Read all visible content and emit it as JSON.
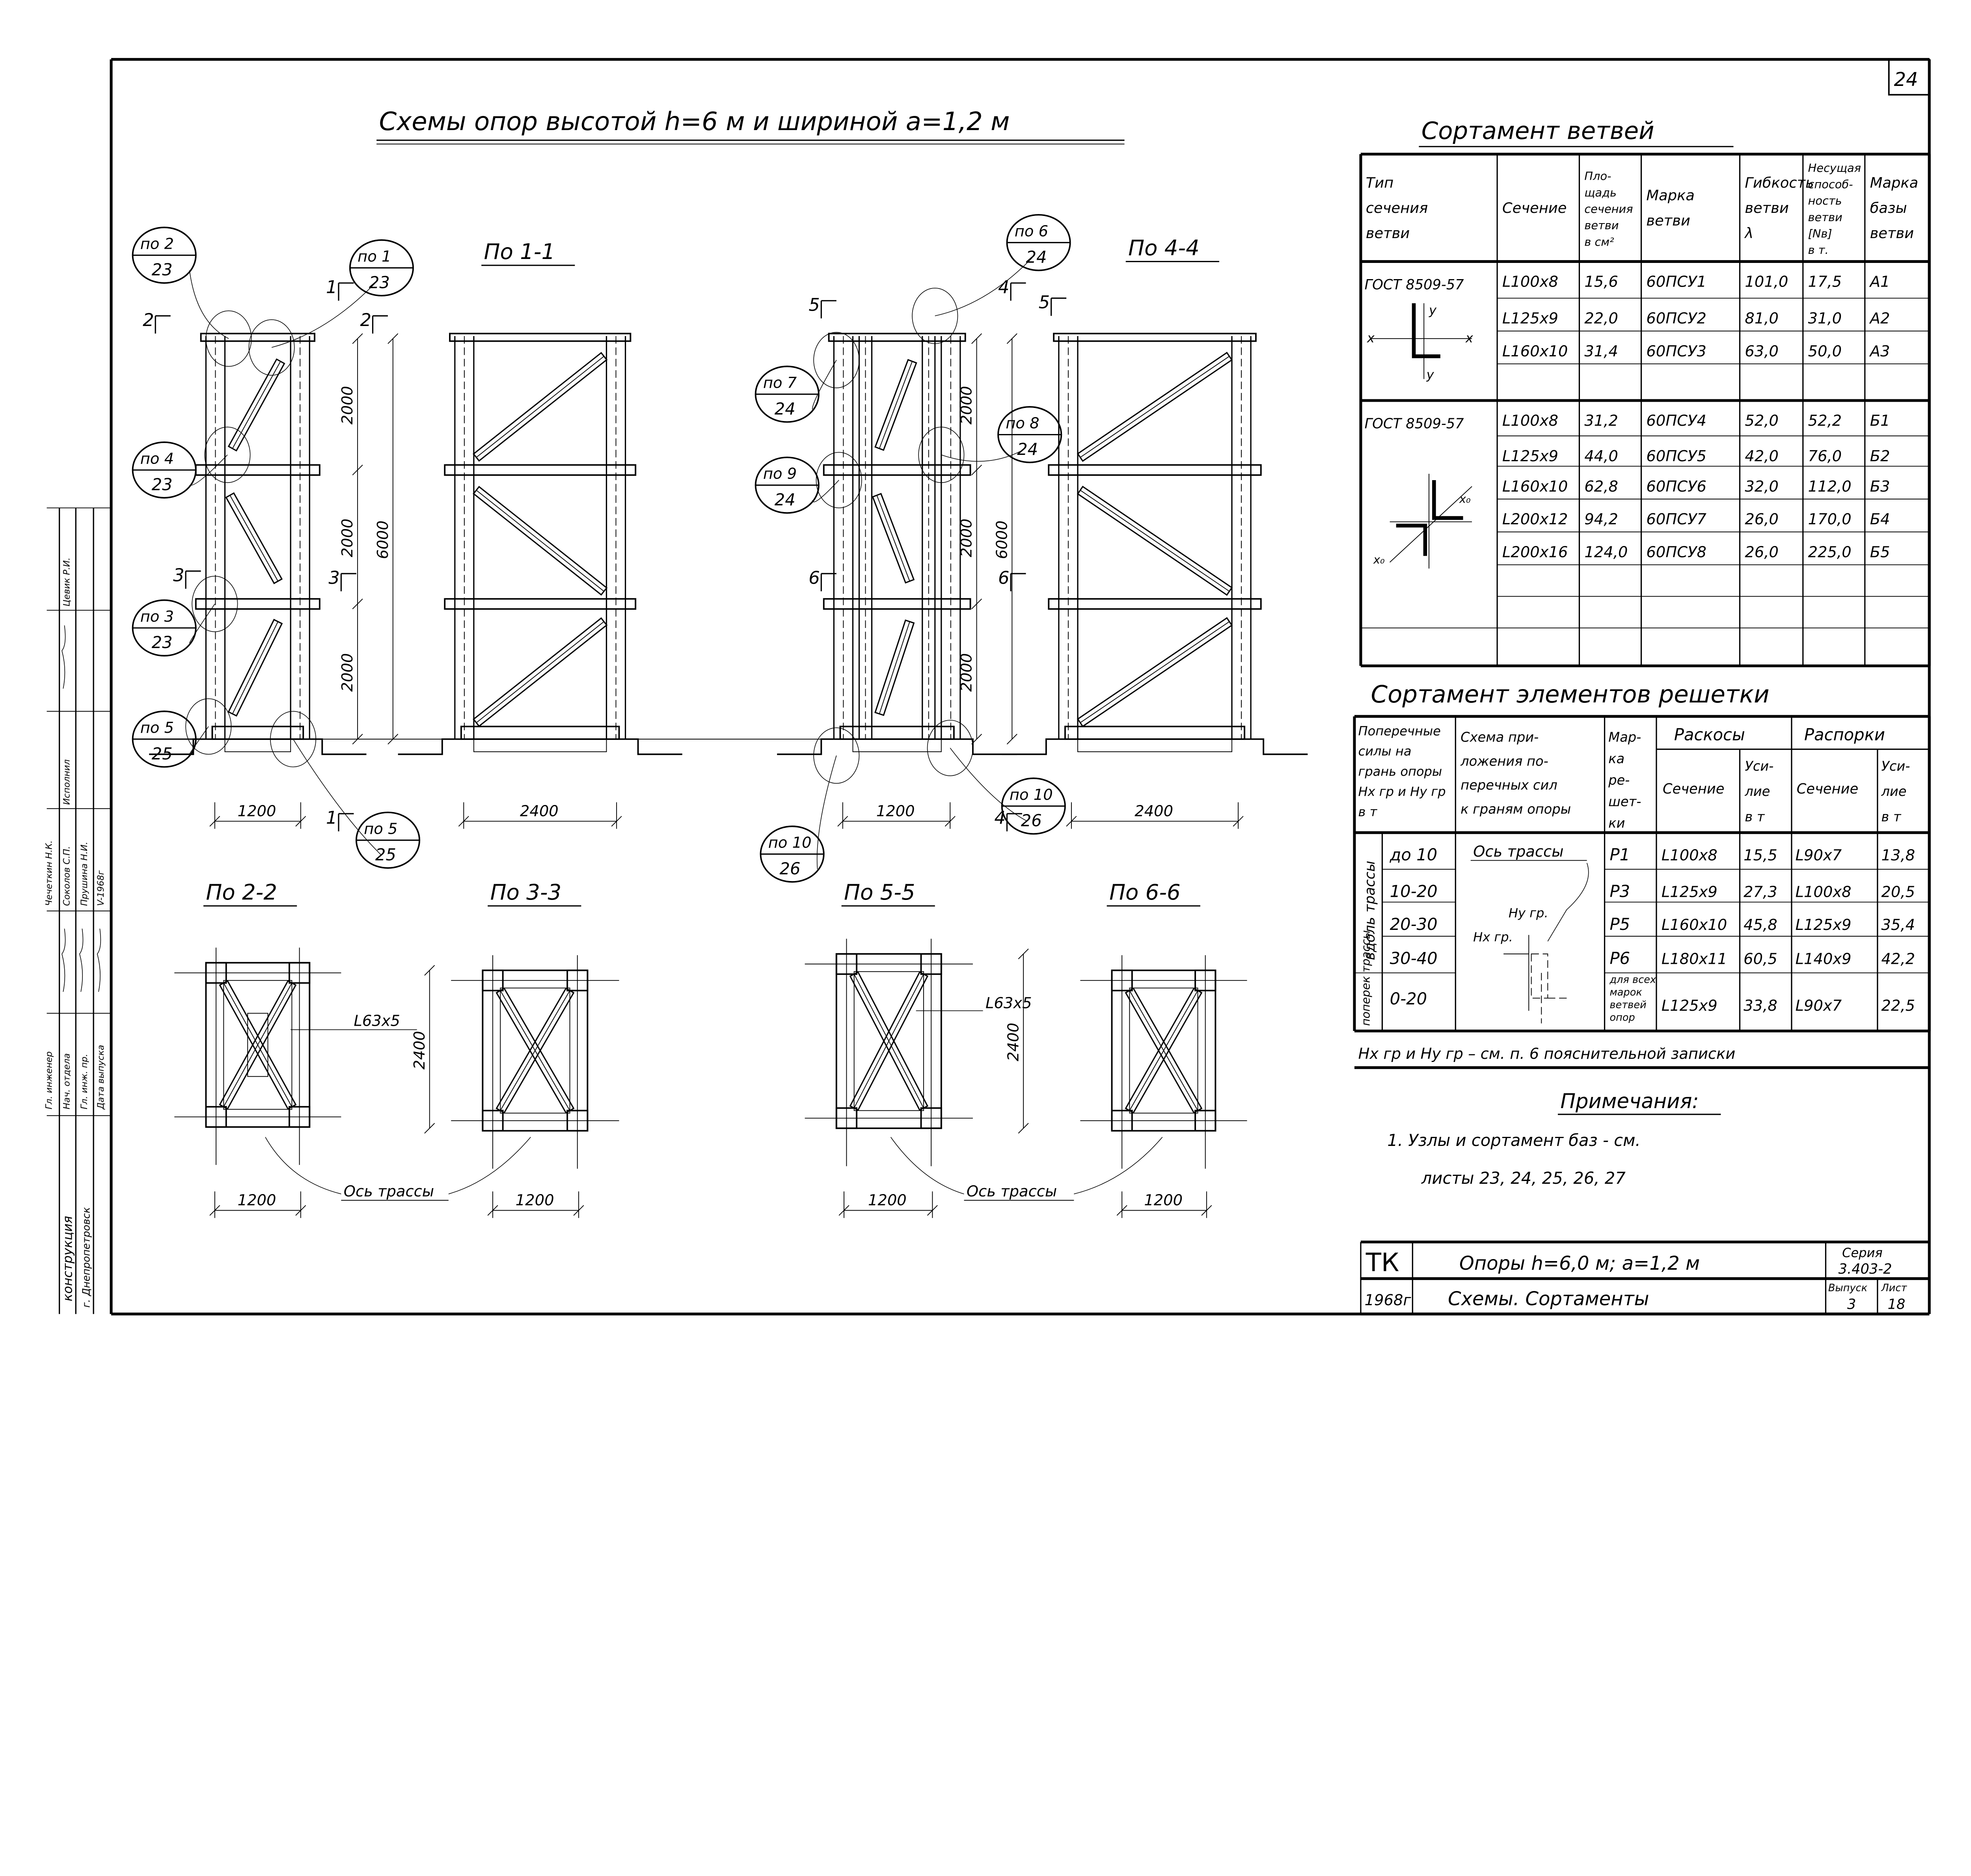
{
  "sheet_number": "24",
  "title": "Схемы опор высотой h=6 м и шириной a=1,2 м",
  "views": {
    "v11": "По 1-1",
    "v44": "По 4-4",
    "v22": "По 2-2",
    "v33": "По 3-3",
    "v55": "По 5-5",
    "v66": "По 6-6"
  },
  "section_marks": [
    "2",
    "2",
    "1",
    "1",
    "3",
    "3",
    "5",
    "5",
    "4",
    "4",
    "6",
    "6"
  ],
  "dimensions": {
    "panel": "2000",
    "height": "6000",
    "width": "1200",
    "length": "2400",
    "plan_length": "2400",
    "brace": "L63x5",
    "axis": "Ось трассы"
  },
  "callouts": [
    {
      "top": "по 2",
      "bottom": "23"
    },
    {
      "top": "по 1",
      "bottom": "23"
    },
    {
      "top": "по 4",
      "bottom": "23"
    },
    {
      "top": "по 3",
      "bottom": "23"
    },
    {
      "top": "по 5",
      "bottom": "25"
    },
    {
      "top": "по 5",
      "bottom": "25"
    },
    {
      "top": "по 6",
      "bottom": "24"
    },
    {
      "top": "по 7",
      "bottom": "24"
    },
    {
      "top": "по 8",
      "bottom": "24"
    },
    {
      "top": "по 9",
      "bottom": "24"
    },
    {
      "top": "по 10",
      "bottom": "26"
    },
    {
      "top": "по 10",
      "bottom": "26"
    }
  ],
  "branch_table": {
    "title": "Сортамент ветвей",
    "headers": [
      [
        "Тип",
        "сечения",
        "ветви"
      ],
      [
        "Сечение"
      ],
      [
        "Пло-",
        "щадь",
        "сечения",
        "ветви",
        "в см²"
      ],
      [
        "Марка",
        "ветви"
      ],
      [
        "Гибкость",
        "ветви",
        "λ"
      ],
      [
        "Несущая",
        "способ-",
        "ность",
        "ветви",
        "[Nв]",
        "в т."
      ],
      [
        "Марка",
        "базы",
        "ветви"
      ]
    ],
    "groups": [
      {
        "type": "ГОСТ 8509-57",
        "axes": [
          "y",
          "x",
          "x",
          "y"
        ],
        "rows": [
          [
            "L100x8",
            "15,6",
            "60ПСУ1",
            "101,0",
            "17,5",
            "А1"
          ],
          [
            "L125x9",
            "22,0",
            "60ПСУ2",
            "81,0",
            "31,0",
            "А2"
          ],
          [
            "L160x10",
            "31,4",
            "60ПСУ3",
            "63,0",
            "50,0",
            "А3"
          ]
        ]
      },
      {
        "type": "ГОСТ 8509-57",
        "axes": [
          "x₀",
          "x₀"
        ],
        "rows": [
          [
            "L100x8",
            "31,2",
            "60ПСУ4",
            "52,0",
            "52,2",
            "Б1"
          ],
          [
            "L125x9",
            "44,0",
            "60ПСУ5",
            "42,0",
            "76,0",
            "Б2"
          ],
          [
            "L160x10",
            "62,8",
            "60ПСУ6",
            "32,0",
            "112,0",
            "Б3"
          ],
          [
            "L200x12",
            "94,2",
            "60ПСУ7",
            "26,0",
            "170,0",
            "Б4"
          ],
          [
            "L200x16",
            "124,0",
            "60ПСУ8",
            "26,0",
            "225,0",
            "Б5"
          ]
        ]
      }
    ]
  },
  "lattice_table": {
    "title": "Сортамент элементов решетки",
    "headers": {
      "forces": [
        "Поперечные",
        "силы на",
        "грань опоры",
        "Hx гр и Hy гр",
        "в т"
      ],
      "scheme": [
        "Схема при-",
        "ложения по-",
        "перечных сил",
        "к граням опоры"
      ],
      "mark": [
        "Мар-",
        "ка",
        "ре-",
        "шет-",
        "ки"
      ],
      "diagonals": "Раскосы",
      "struts": "Распорки",
      "section": "Сечение",
      "force": [
        "Уси-",
        "лие",
        "в т"
      ]
    },
    "group_along": "вдоль трассы",
    "group_across": "поперек трассы",
    "scheme_axis": "Ось трассы",
    "scheme_hy": "Hy гр.",
    "scheme_hx": "Hx гр.",
    "rows": [
      {
        "range": "до 10",
        "mark": [
          "Р1"
        ],
        "diag_section": "L100x8",
        "diag_force": "15,5",
        "strut_section": "L90x7",
        "strut_force": "13,8"
      },
      {
        "range": "10-20",
        "mark": [
          "Р3"
        ],
        "diag_section": "L125x9",
        "diag_force": "27,3",
        "strut_section": "L100x8",
        "strut_force": "20,5"
      },
      {
        "range": "20-30",
        "mark": [
          "Р5"
        ],
        "diag_section": "L160x10",
        "diag_force": "45,8",
        "strut_section": "L125x9",
        "strut_force": "35,4"
      },
      {
        "range": "30-40",
        "mark": [
          "Р6"
        ],
        "diag_section": "L180x11",
        "diag_force": "60,5",
        "strut_section": "L140x9",
        "strut_force": "42,2"
      },
      {
        "range": "0-20",
        "mark": [
          "для всех",
          "марок",
          "ветвей",
          "опор"
        ],
        "diag_section": "L125x9",
        "diag_force": "33,8",
        "strut_section": "L90x7",
        "strut_force": "22,5"
      }
    ],
    "footnote": "Hx гр и Hy гр – см. п. 6 пояснительной записки"
  },
  "notes": {
    "title": "Примечания:",
    "items": [
      "1. Узлы и сортамент баз - см.",
      "листы 23, 24, 25, 26, 27"
    ]
  },
  "title_block": {
    "code": "ТК",
    "year": "1968г",
    "name": "Опоры h=6,0 м; a=1,2 м",
    "subtitle": "Схемы. Сортаменты",
    "series_label": "Серия",
    "series": "3.403-2",
    "issue_label": "Выпуск",
    "issue": "3",
    "sheet_label": "Лист",
    "sheet": "18"
  },
  "stamp": {
    "roles": [
      "Гл. инженер",
      "Нач. отдела",
      "Гл. инж. пр.",
      "Дата выпуска"
    ],
    "names": [
      "Чечеткин Н.К.",
      "Соколов С.П.",
      "Прушина Н.И.",
      "V-1968г"
    ],
    "executed_label": "Исполнил",
    "executor": "Цевик Р.И.",
    "organization": "конструкция",
    "city": "г. Днепропетровск"
  }
}
